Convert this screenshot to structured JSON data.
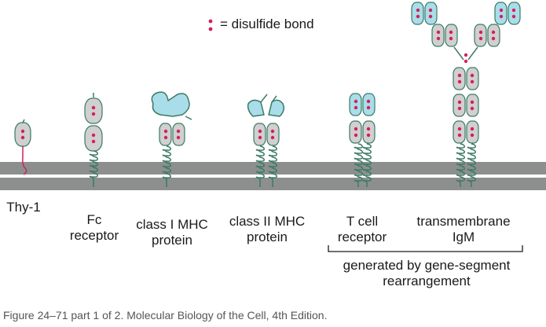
{
  "legend": {
    "symbol": ":",
    "text": "= disulfide bond"
  },
  "labels": {
    "thy1": "Thy-1",
    "fc_line1": "Fc",
    "fc_line2": "receptor",
    "mhc1_line1": "class I MHC",
    "mhc1_line2": "protein",
    "mhc2_line1": "class II MHC",
    "mhc2_line2": "protein",
    "tcr_line1": "T cell",
    "tcr_line2": "receptor",
    "igm_line1": "transmembrane",
    "igm_line2": "IgM",
    "bracket_line1": "generated by gene-segment",
    "bracket_line2": "rearrangement"
  },
  "caption": "Figure 24–71 part 1 of 2. Molecular Biology of the Cell, 4th Edition.",
  "colors": {
    "membrane": "#8c8f8e",
    "domain_gray": "#cfd0cf",
    "domain_blue": "#a9dde9",
    "chain_line": "#3b7a66",
    "disulfide": "#d3205a",
    "text": "#1a1a1a"
  }
}
